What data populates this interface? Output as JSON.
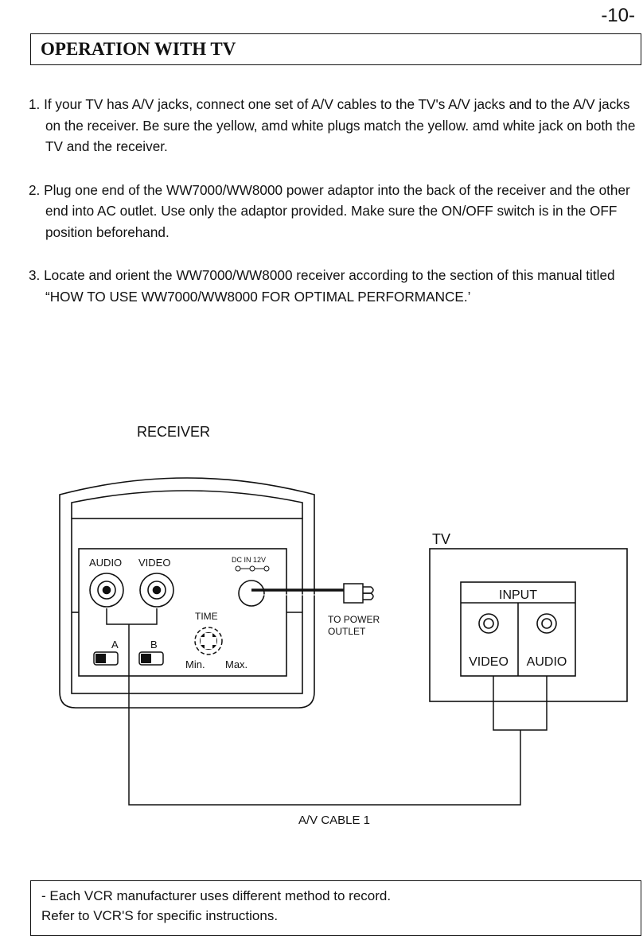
{
  "page": {
    "number": "-10-"
  },
  "section": {
    "title": "OPERATION WITH TV"
  },
  "steps": [
    "1. If your TV has A/V jacks, connect one set of A/V cables to the TV's A/V jacks and to the A/V jacks on the receiver. Be sure the yellow, amd white plugs match the yellow. amd white jack on both the TV and the receiver.",
    "2. Plug one end of the WW7000/WW8000 power adaptor into the back of the  receiver and the other end into AC outlet. Use only the adaptor provided. Make sure the ON/OFF switch is in the OFF position beforehand.",
    "3. Locate and orient the WW7000/WW8000 receiver according to the section of this manual titled “HOW TO USE WW7000/WW8000 FOR OPTIMAL PERFORMANCE.’"
  ],
  "diagram": {
    "receiver_title": "RECEIVER",
    "audio_label": "AUDIO",
    "video_label": "VIDEO",
    "dc_label": "DC IN 12V",
    "time_label": "TIME",
    "switch_a_label": "A",
    "switch_b_label": "B",
    "min_label": "Min.",
    "max_label": "Max.",
    "power_label_1": "TO POWER",
    "power_label_2": "OUTLET",
    "tv_label": "TV",
    "input_label": "INPUT",
    "tv_video_label": "VIDEO",
    "tv_audio_label": "AUDIO",
    "cable_label": "A/V CABLE 1"
  },
  "note": {
    "line1": "- Each VCR manufacturer uses different method to record.",
    "line2": "Refer to VCR'S for specific instructions."
  }
}
